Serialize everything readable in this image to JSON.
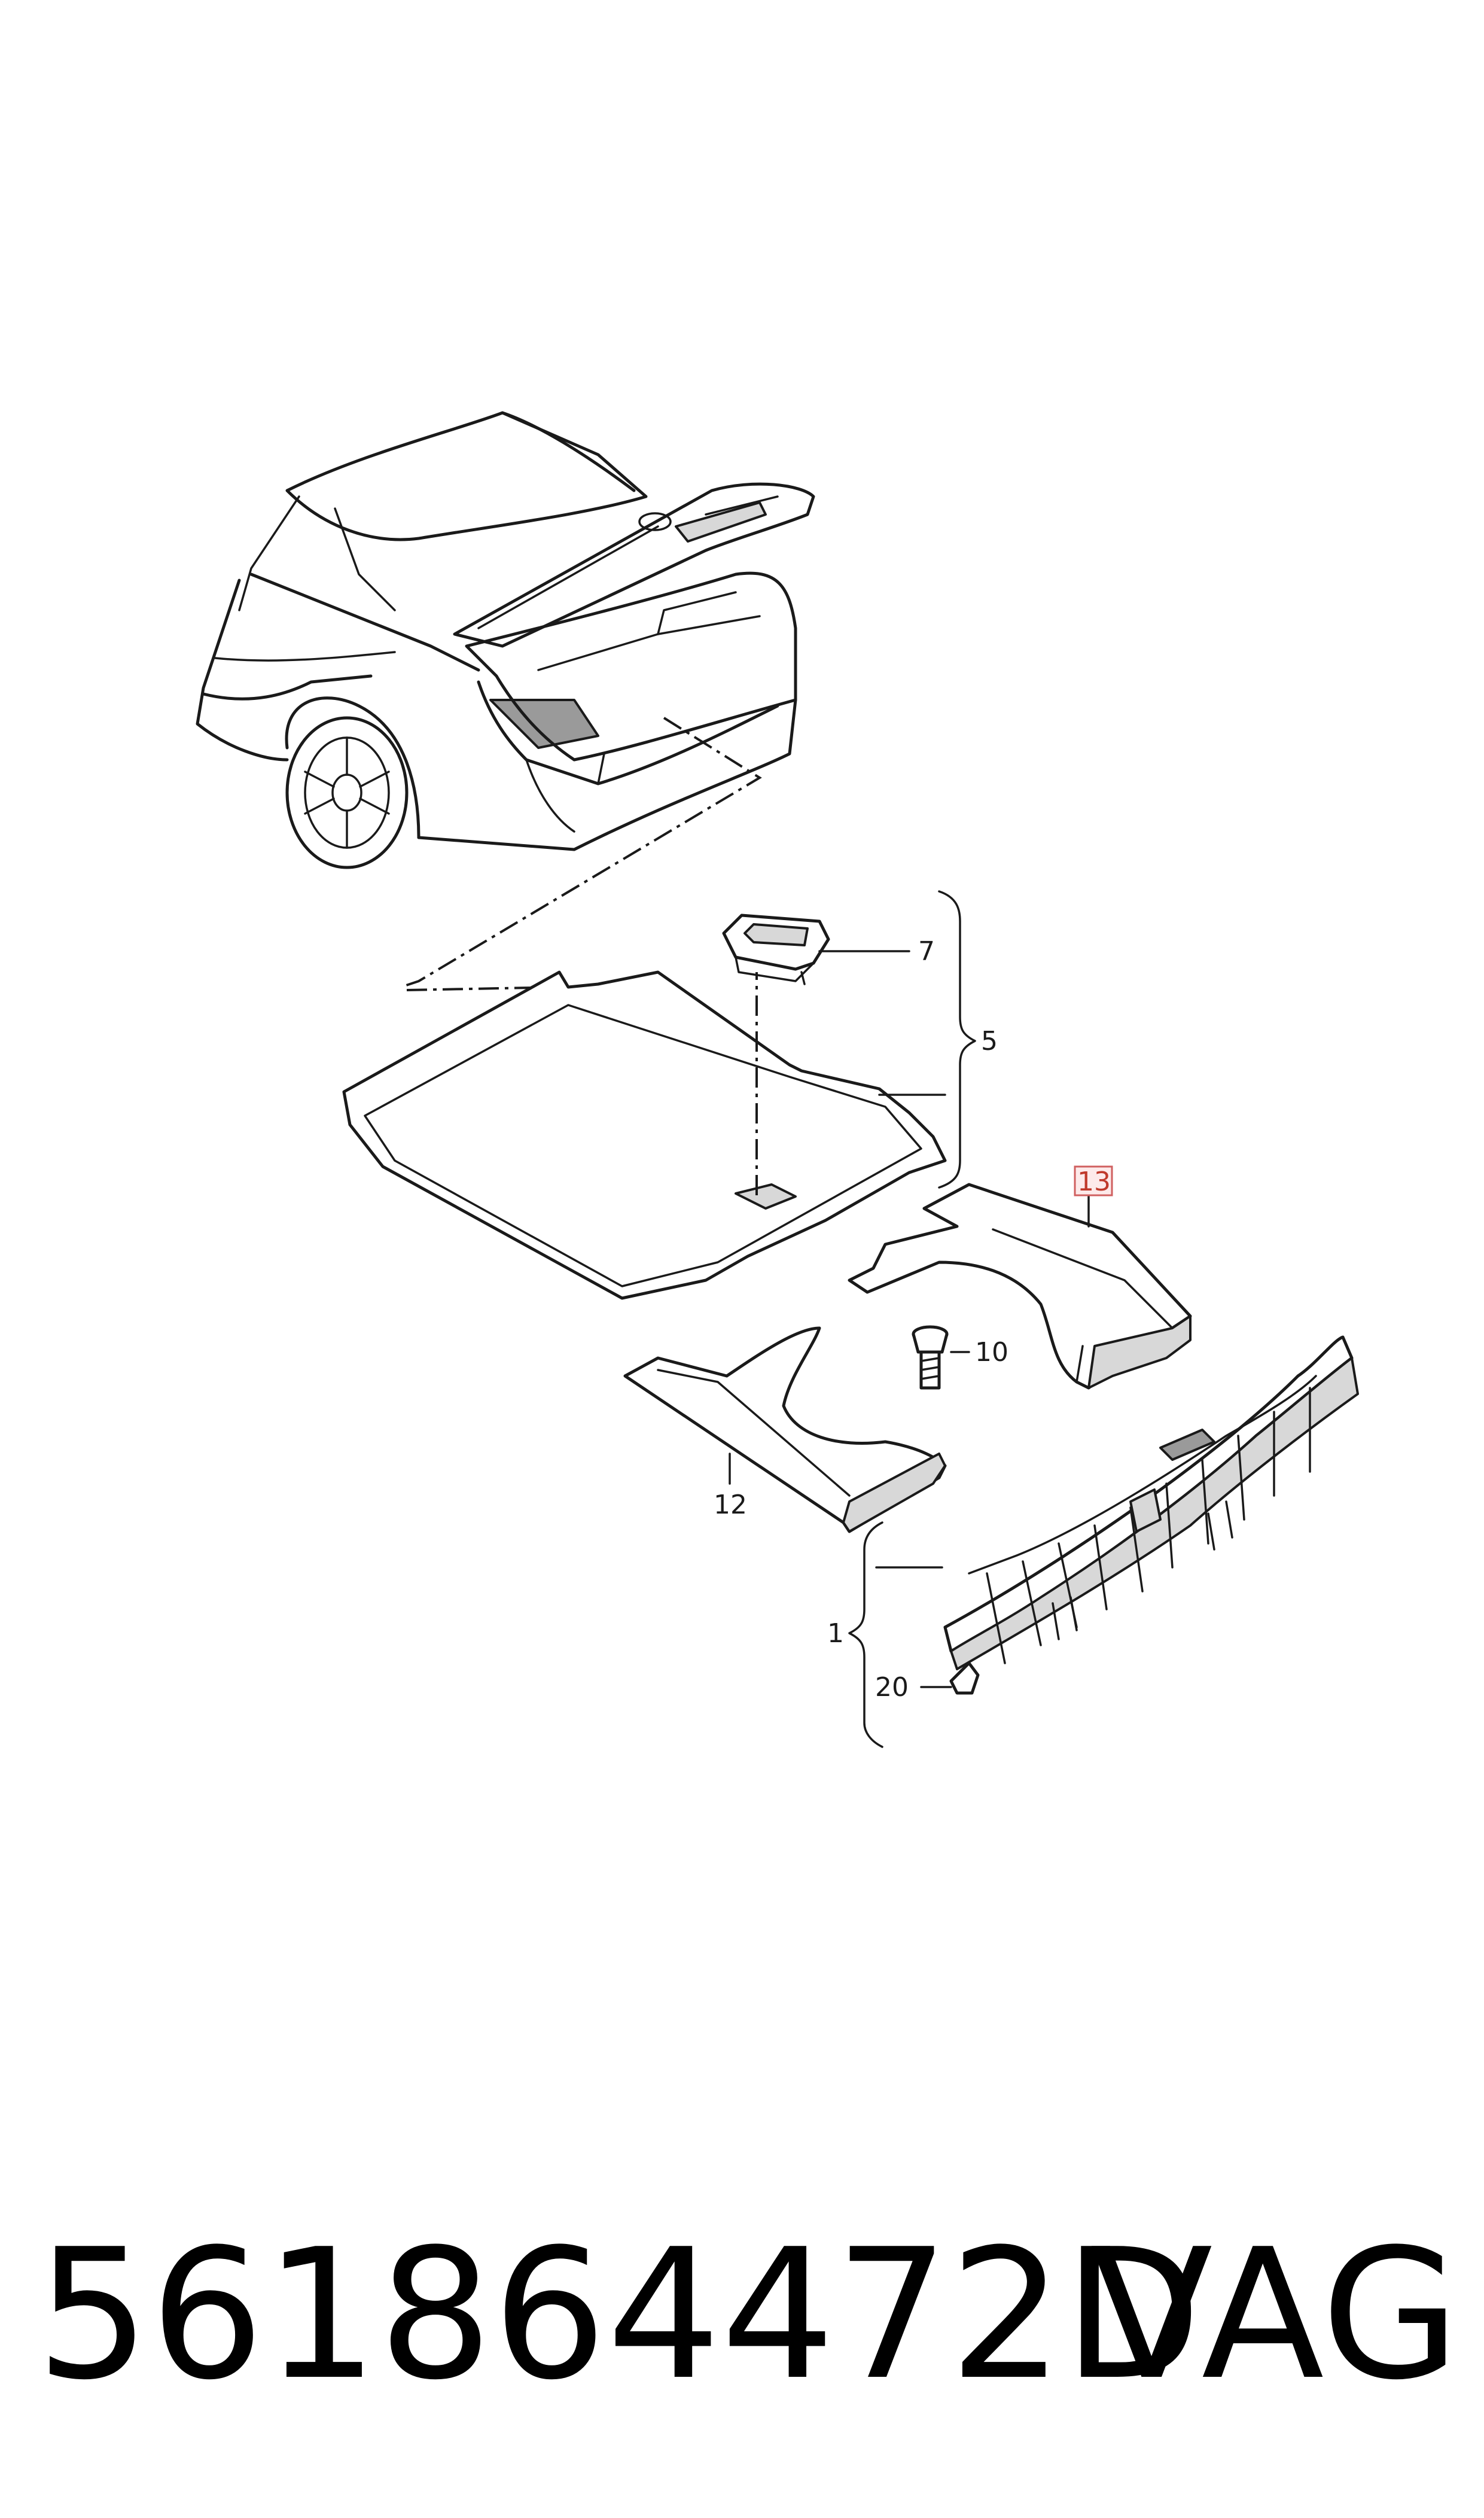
{
  "callouts": {
    "c1": "1",
    "c5": "5",
    "c7": "7",
    "c10": "10",
    "c12": "12",
    "c13": "13",
    "c20": "20"
  },
  "highlighted_callout": "13",
  "footer": {
    "part_number": "561864472D",
    "brand": "VAG"
  },
  "colors": {
    "line": "#1a1a1a",
    "highlight_fill": "#fdeaea",
    "highlight_stroke": "#d06060",
    "highlight_text": "#c0392b"
  }
}
